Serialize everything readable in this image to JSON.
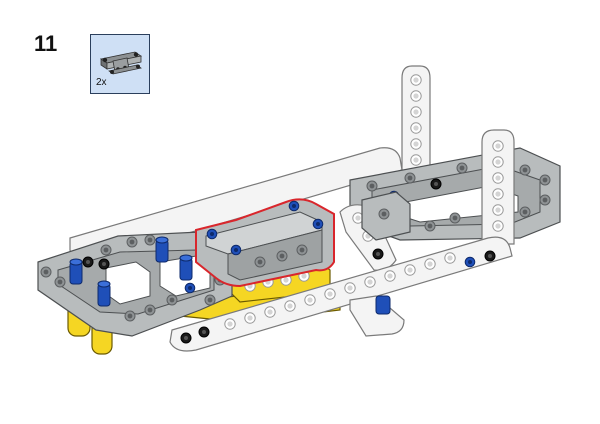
{
  "step": {
    "number": "11"
  },
  "callout": {
    "quantity": "2x",
    "part": "liftarm-h-frame-icon"
  },
  "model": {
    "name": "lego-technic-chassis-assembly"
  },
  "colors": {
    "light_gray": "#b8bcbd",
    "dark_gray": "#6e7173",
    "white_beam": "#f4f4f4",
    "yellow": "#f5d623",
    "blue_pin": "#1f4fb8",
    "black_pin": "#1a1a1a",
    "highlight": "#d9262c",
    "callout_bg": "#cfe0f5"
  }
}
